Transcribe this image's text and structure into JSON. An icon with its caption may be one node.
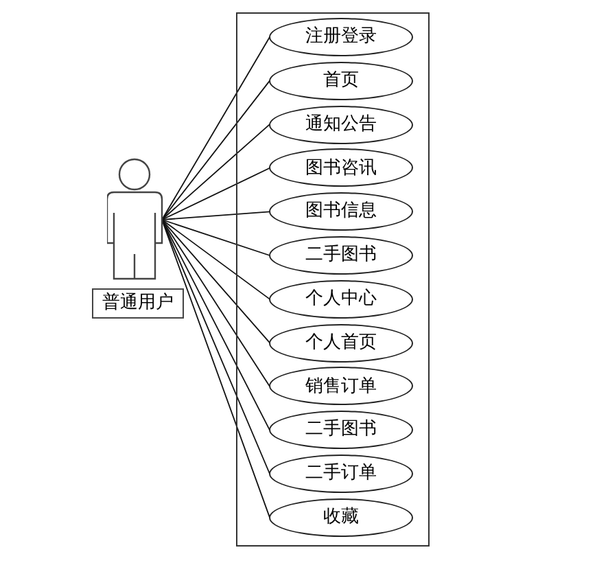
{
  "diagram": {
    "nodes": [
      {
        "text": [],
        "shape": "box"
      },
      {
        "text": [
          "注册登录"
        ],
        "in": 0
      },
      {
        "text": [
          "首页"
        ],
        "in": 0
      },
      {
        "text": [
          "通知公告"
        ],
        "in": 0
      },
      {
        "text": [
          "图书咨讯"
        ],
        "in": 0
      },
      {
        "text": [
          "图书信息"
        ],
        "in": 0
      },
      {
        "text": [
          "二手图书"
        ],
        "in": 0
      },
      {
        "text": [
          "个人中心"
        ],
        "in": 0
      },
      {
        "text": [
          "个人首页"
        ],
        "in": 0
      },
      {
        "text": [
          "销售订单"
        ],
        "in": 0
      },
      {
        "text": [
          "二手图书"
        ],
        "in": 0
      },
      {
        "text": [
          "二手订单"
        ],
        "in": 0
      },
      {
        "text": [
          "收藏"
        ],
        "in": 0
      },
      {
        "text": [
          "普通用户"
        ]
      }
    ],
    "edges": [
      {
        "from": 13,
        "to": 1,
        "arrow": "none"
      },
      {
        "from": 13,
        "to": 2,
        "arrow": "none"
      },
      {
        "from": 13,
        "to": 3,
        "arrow": "none"
      },
      {
        "from": 13,
        "to": 4,
        "arrow": "none"
      },
      {
        "from": 13,
        "to": 5,
        "arrow": "none"
      },
      {
        "from": 13,
        "to": 6,
        "arrow": "none"
      },
      {
        "from": 13,
        "to": 7,
        "arrow": "none"
      },
      {
        "from": 13,
        "to": 8,
        "arrow": "none"
      },
      {
        "from": 13,
        "to": 9,
        "arrow": "none"
      },
      {
        "from": 13,
        "to": 10,
        "arrow": "none"
      },
      {
        "from": 13,
        "to": 11,
        "arrow": "none"
      },
      {
        "from": 13,
        "to": 12,
        "arrow": "none"
      }
    ]
  }
}
